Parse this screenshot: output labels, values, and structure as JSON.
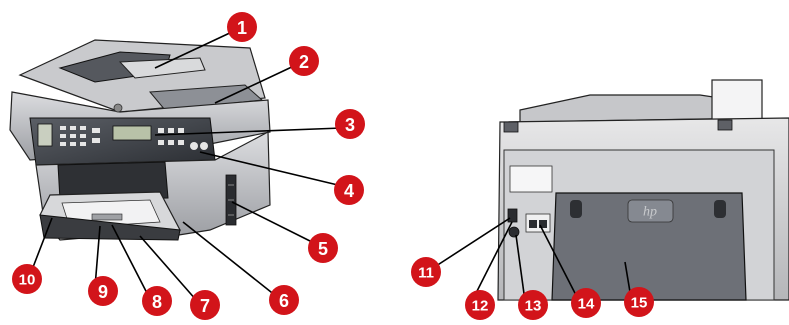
{
  "figure": {
    "front_view_name": "printer-front-view",
    "rear_view_name": "printer-rear-view",
    "callout_color": "#d2141a",
    "callout_text_color": "#ffffff",
    "leader_color": "#000000"
  },
  "callouts": [
    "1",
    "2",
    "3",
    "4",
    "5",
    "6",
    "7",
    "8",
    "9",
    "10",
    "11",
    "12",
    "13",
    "14",
    "15"
  ]
}
